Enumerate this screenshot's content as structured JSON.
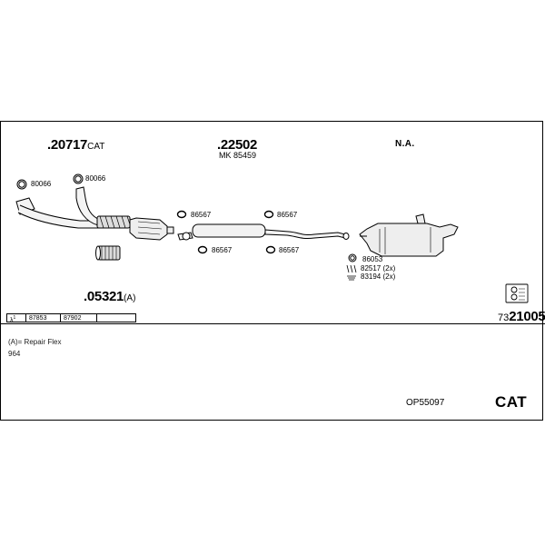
{
  "groups": {
    "cat": {
      "code": ".20717",
      "suffix": "CAT"
    },
    "middle": {
      "code": ".22502",
      "kit": "MK 85459"
    },
    "rear": {
      "code": "N.A."
    },
    "flex": {
      "code": ".05321",
      "suffix": "(A)"
    },
    "reference": {
      "prefix": "73",
      "code": "21005"
    }
  },
  "parts": {
    "p80066a": "80066",
    "p80066b": "80066",
    "p86567a": "86567",
    "p86567b": "86567",
    "p86567c": "86567",
    "p86567d": "86567",
    "p86053": "86053",
    "p82517": "82517 (2x)",
    "p83194": "83194 (2x)"
  },
  "lambda": {
    "symbol": "λ",
    "sup": "1",
    "cells": [
      "87853",
      "87902",
      ""
    ]
  },
  "notes": {
    "legend": "(A)= Repair Flex",
    "extra": "964"
  },
  "footer": {
    "kit_code": "OP55097",
    "type_label": "CAT"
  }
}
